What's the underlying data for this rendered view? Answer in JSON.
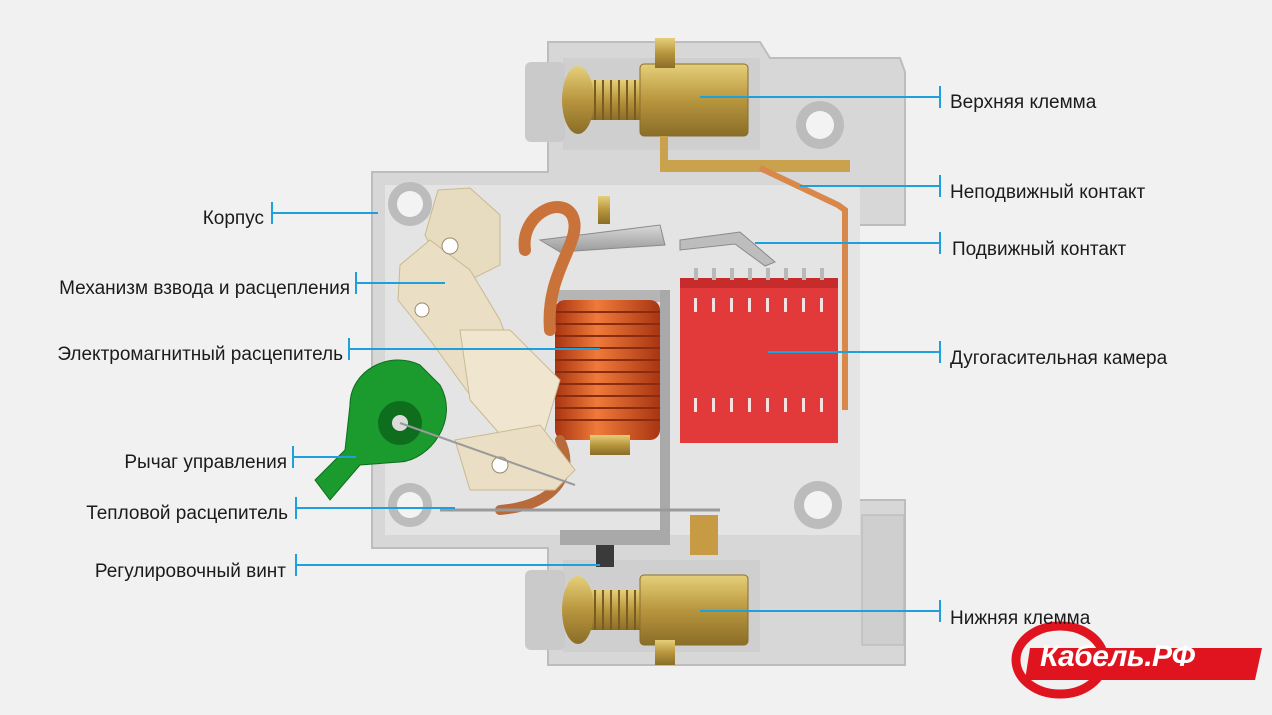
{
  "labels": {
    "top_terminal": "Верхняя клемма",
    "fixed_contact": "Неподвижный контакт",
    "moving_contact": "Подвижный контакт",
    "arc_chamber": "Дугогасительная камера",
    "bottom_terminal": "Нижняя клемма",
    "housing": "Корпус",
    "mechanism": "Механизм взвода и расцепления",
    "electromagnetic_release": "Электромагнитный расцепитель",
    "control_lever": "Рычаг управления",
    "thermal_release": "Тепловой расцепитель",
    "adjusting_screw": "Регулировочный винт"
  },
  "logo": {
    "text": "Кабель.РФ"
  },
  "colors": {
    "leader": "#1ea0dc",
    "housing": "#dcdcdc",
    "brass": "#c9a94e",
    "coil": "#d9531f",
    "chamber": "#e23a3a",
    "lever": "#1b9a2e",
    "logo": "#e0141e"
  }
}
